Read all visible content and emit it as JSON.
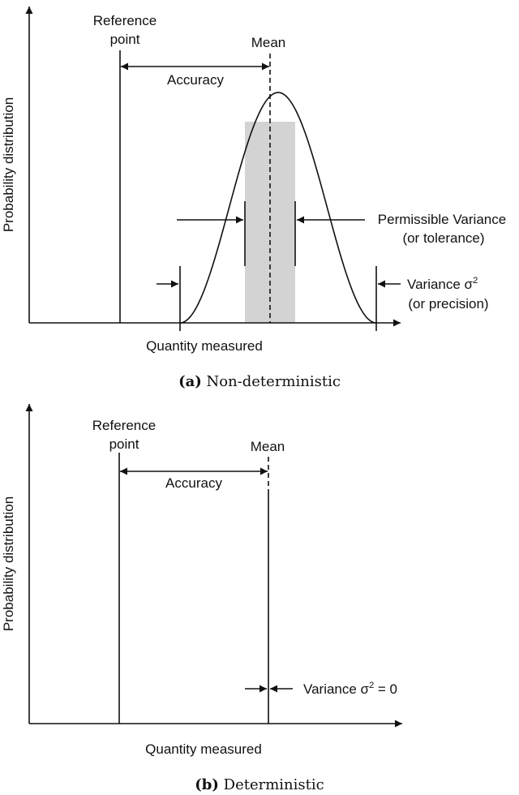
{
  "panel_a": {
    "y_axis_label": "Probability distribution",
    "x_axis_label": "Quantity measured",
    "reference_label_1": "Reference",
    "reference_label_2": "point",
    "mean_label": "Mean",
    "accuracy_label": "Accuracy",
    "permissible_label_1": "Permissible Variance",
    "permissible_label_2": "(or tolerance)",
    "variance_label_main": "Variance σ",
    "variance_label_sup": "2",
    "variance_label_2": "(or precision)",
    "caption_tag": "(a)",
    "caption_text": "Non-deterministic"
  },
  "panel_b": {
    "y_axis_label": "Probability distribution",
    "x_axis_label": "Quantity measured",
    "reference_label_1": "Reference",
    "reference_label_2": "point",
    "mean_label": "Mean",
    "accuracy_label": "Accuracy",
    "variance_label_main": "Variance σ",
    "variance_label_sup": "2",
    "variance_label_tail": " = 0",
    "caption_tag": "(b)",
    "caption_text": "Deterministic"
  },
  "colors": {
    "ink": "#111111",
    "shade": "#d3d3d3"
  }
}
